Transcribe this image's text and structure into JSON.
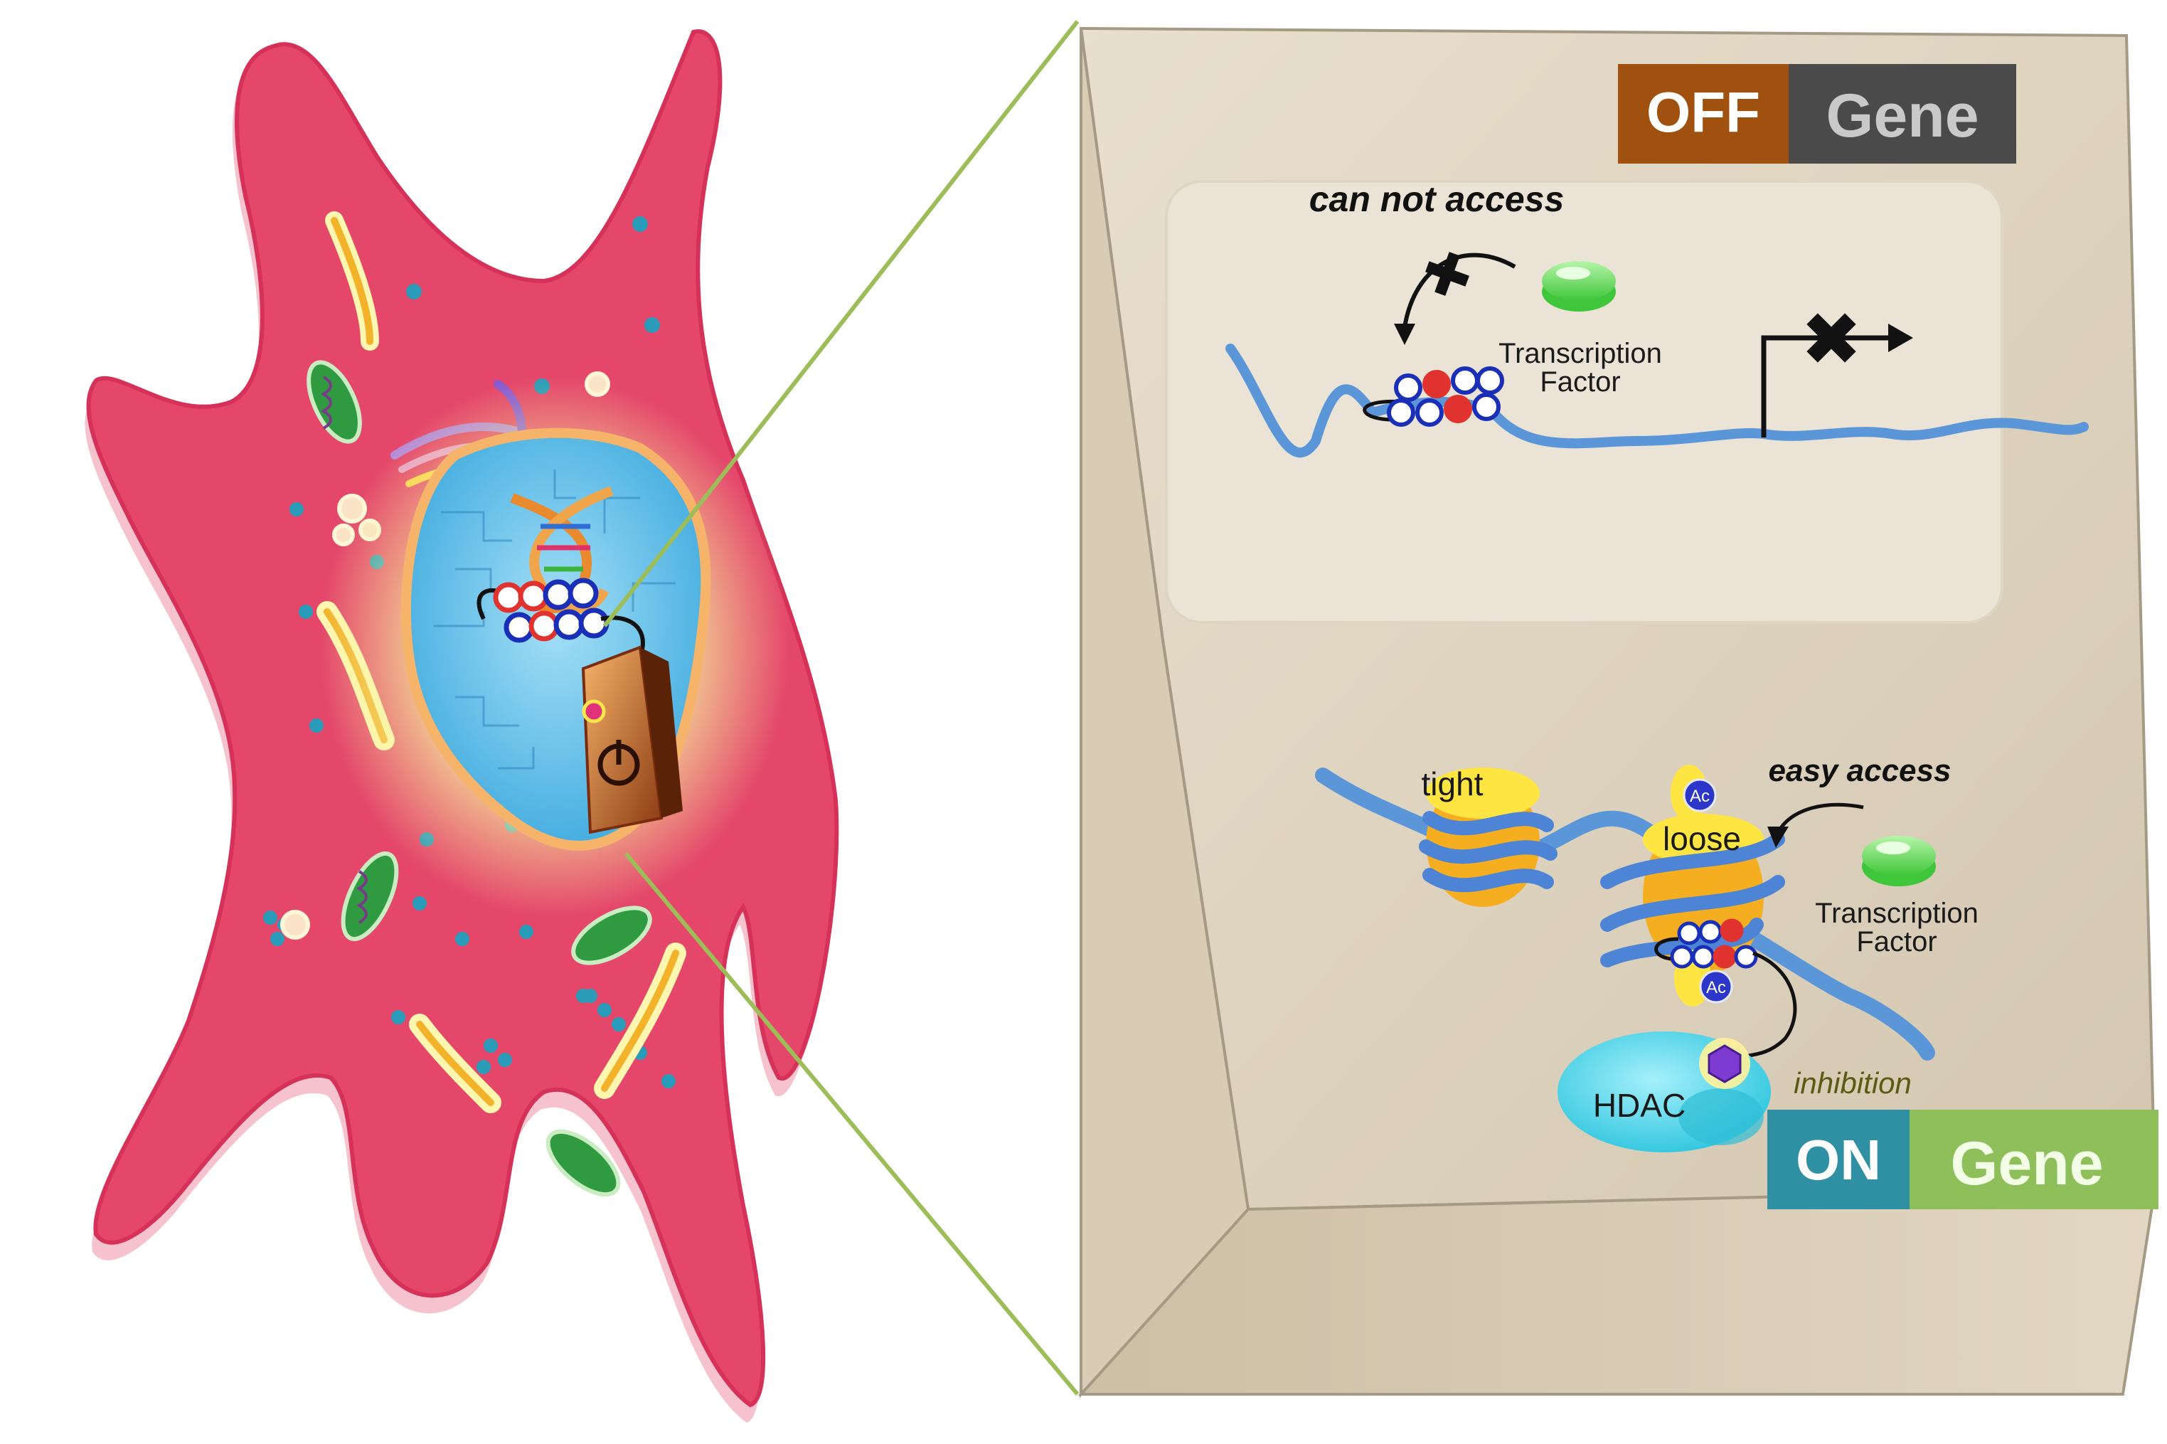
{
  "off_panel": {
    "state": "OFF",
    "gene": "Gene",
    "access_caption": "can not access",
    "tf_label_line1": "Transcription",
    "tf_label_line2": "Factor"
  },
  "on_panel": {
    "state": "ON",
    "gene": "Gene",
    "access_caption": "easy access",
    "tight_label": "tight",
    "loose_label": "loose",
    "acetyl_label": "Ac",
    "tf_label_line1": "Transcription",
    "tf_label_line2": "Factor",
    "hdac_label": "HDAC",
    "inhibition_label": "inhibition"
  },
  "colors": {
    "off_badge": "#a0510f",
    "off_gene_bg": "#4a4a4a",
    "on_badge": "#2f8fa3",
    "on_gene_bg": "#8fbf5a",
    "cell_body": "#e4476a",
    "nucleus": "#6ec3ea",
    "dna_strand": "#5b96d8",
    "transcription_factor": "#62d35a",
    "hdac": "#5fd8ec",
    "callout_line": "#9cbd57"
  },
  "icons": [
    "power-icon",
    "cross-icon",
    "arrow-icon",
    "dna-helix-icon"
  ]
}
